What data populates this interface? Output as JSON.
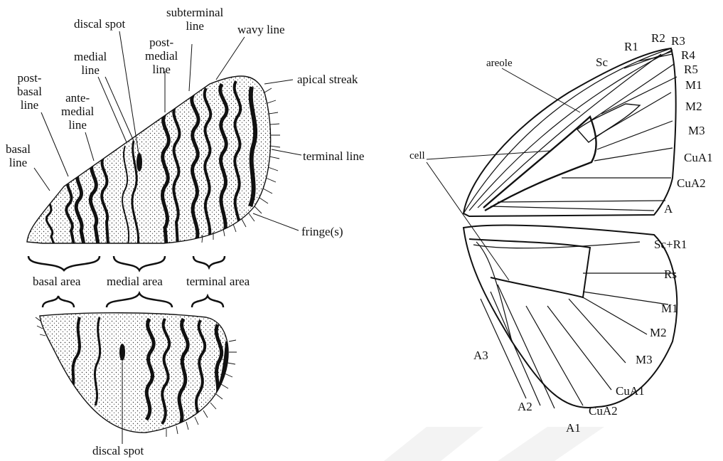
{
  "left_figure": {
    "labels": {
      "discal_spot_top": "discal spot",
      "subterminal_line": "subterminal\nline",
      "wavy_line": "wavy line",
      "postmedial_line": "post-\nmedial\nline",
      "medial_line": "medial\nline",
      "apical_streak": "apical streak",
      "postbasal_line": "post-\nbasal\nline",
      "antemedial_line": "ante-\nmedial\nline",
      "basal_line": "basal\nline",
      "terminal_line": "terminal line",
      "fringes": "fringe(s)",
      "basal_area": "basal area",
      "medial_area": "medial  area",
      "terminal_area": "terminal area",
      "discal_spot_bottom": "discal spot"
    }
  },
  "right_figure": {
    "labels": {
      "areole": "areole",
      "cell": "cell",
      "Sc": "Sc",
      "R1": "R1",
      "R2": "R2",
      "R3": "R3",
      "R4": "R4",
      "R5": "R5",
      "M1_fw": "M1",
      "M2_fw": "M2",
      "M3_fw": "M3",
      "CuA1_fw": "CuA1",
      "CuA2_fw": "CuA2",
      "A_fw": "A",
      "ScR1": "Sc+R1",
      "Rs": "Rs",
      "M1_hw": "M1",
      "M2_hw": "M2",
      "M3_hw": "M3",
      "CuA1_hw": "CuA1",
      "CuA2_hw": "CuA2",
      "A1": "A1",
      "A2": "A2",
      "A3": "A3"
    }
  },
  "colors": {
    "ink": "#111111",
    "paper": "#ffffff",
    "watermark": "#f1f1f1"
  }
}
